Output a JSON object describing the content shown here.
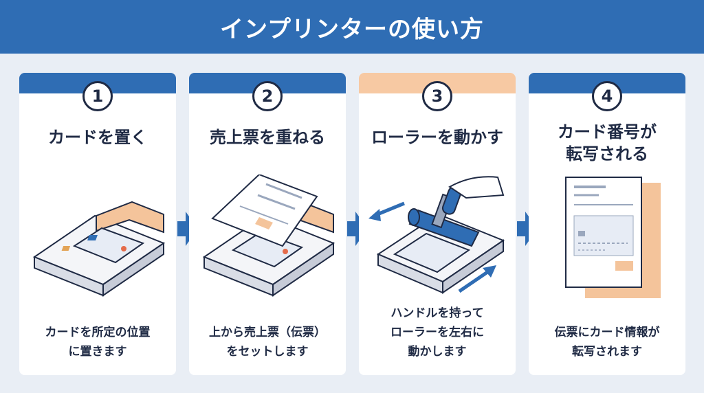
{
  "header": {
    "title": "インプリンターの使い方"
  },
  "steps": [
    {
      "number": "1",
      "title": "カードを置く",
      "description": "カードを所定の位置\nに置きます"
    },
    {
      "number": "2",
      "title": "売上票を重ねる",
      "description": "上から売上票（伝票）\nをセットします"
    },
    {
      "number": "3",
      "title": "ローラーを動かす",
      "description": "ハンドルを持って\nローラーを左右に\n動かします"
    },
    {
      "number": "4",
      "title": "カード番号が\n転写される",
      "description": "伝票にカード情報が\n転写されます"
    }
  ],
  "colors": {
    "primary": "#2f6db4",
    "accent": "#f7c9a3",
    "text": "#1f2a44",
    "background": "#e9eef5"
  }
}
